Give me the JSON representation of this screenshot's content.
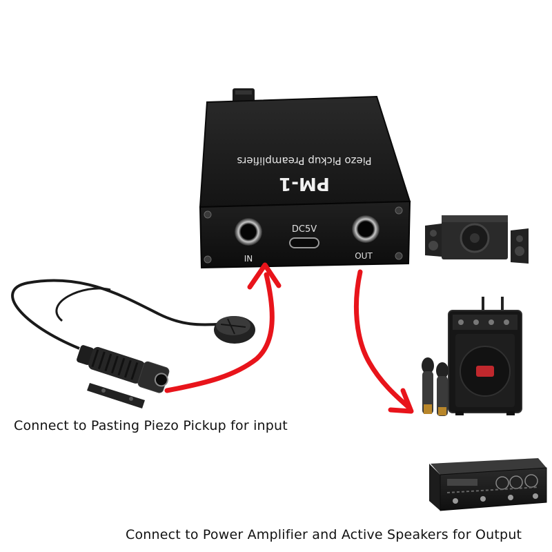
{
  "device": {
    "model": "PM-1",
    "subtitle": "Piezo Pickup Preamplifiers",
    "port_power_label": "DC5V",
    "port_in_label": "IN",
    "port_out_label": "OUT"
  },
  "captions": {
    "input": "Connect to Pasting Piezo Pickup for input",
    "output": "Connect to Power Amplifier and Active Speakers for Output"
  },
  "colors": {
    "arrow": "#e8141b",
    "device_body": "#1a1a1a",
    "background": "#ffffff"
  },
  "icons": [
    "piezo-pickup-cable-icon",
    "speaker-system-icon",
    "party-speaker-icon",
    "wireless-microphone-icon",
    "power-amplifier-icon"
  ]
}
